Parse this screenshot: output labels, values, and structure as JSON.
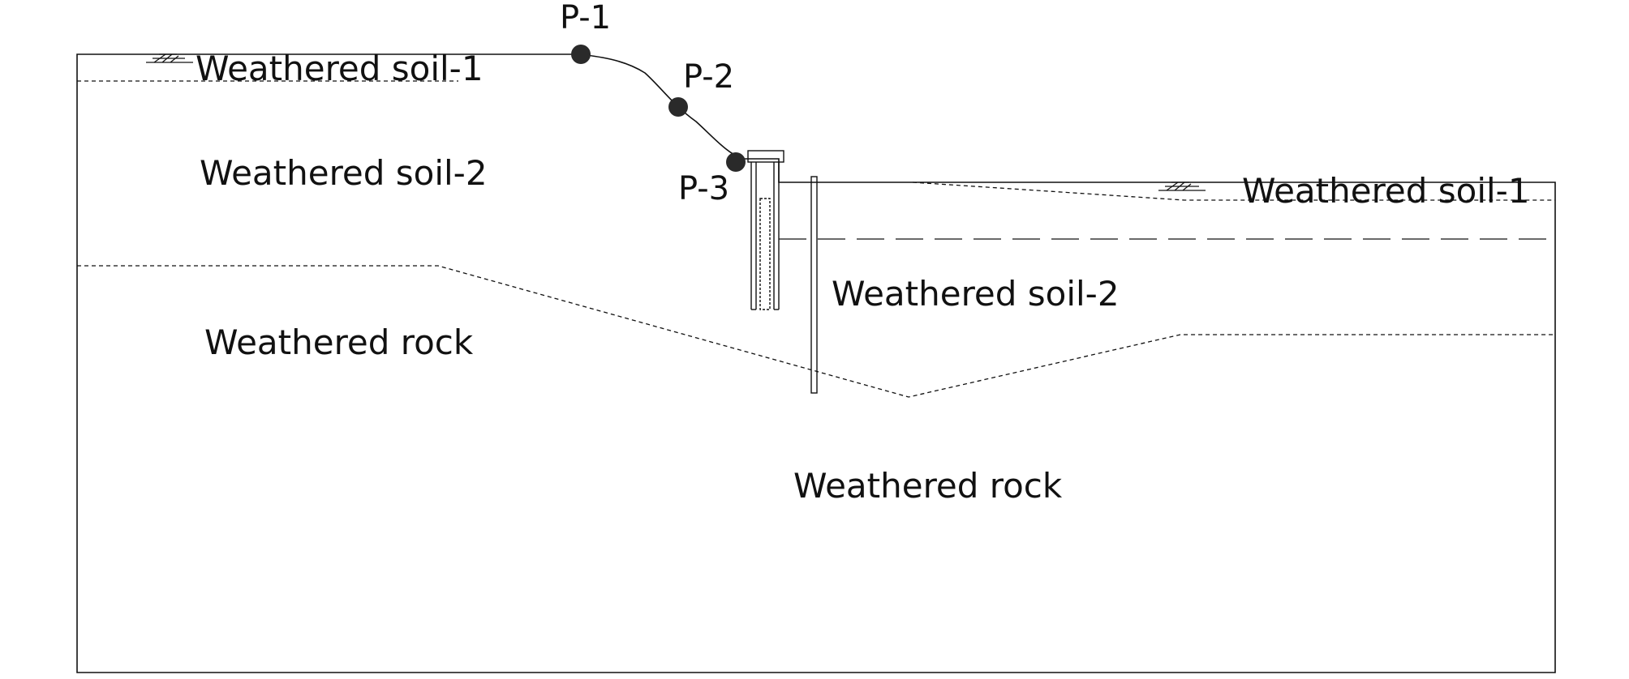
{
  "layers": {
    "left_soil_1": "Weathered soil-1",
    "left_soil_2": "Weathered soil-2",
    "left_rock": "Weathered rock",
    "right_soil_1": "Weathered soil-1",
    "right_soil_2": "Weathered soil-2",
    "bottom_rock": "Weathered rock"
  },
  "points": {
    "p1": "P-1",
    "p2": "P-2",
    "p3": "P-3"
  },
  "colors": {
    "line": "#111111",
    "point_fill": "#2a2a2a"
  }
}
